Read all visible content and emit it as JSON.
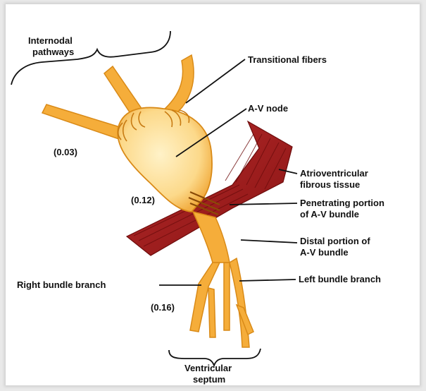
{
  "labels": {
    "internodal_line1": "Internodal",
    "internodal_line2": "pathways",
    "transitional_fibers": "Transitional fibers",
    "av_node": "A-V node",
    "atrioventricular_line1": "Atrioventricular",
    "atrioventricular_line2": "fibrous tissue",
    "penetrating_line1": "Penetrating portion",
    "penetrating_line2": "of A-V bundle",
    "distal_line1": "Distal portion of",
    "distal_line2": "A-V bundle",
    "right_bundle": "Right bundle branch",
    "left_bundle": "Left bundle branch",
    "ventricular_line1": "Ventricular",
    "ventricular_line2": "septum"
  },
  "values": {
    "internodal": "(0.03)",
    "av_node": "(0.12)",
    "bundle_branch": "(0.16)"
  },
  "colors": {
    "conduction_outline": "#d98a17",
    "conduction_fill": "#f5ad3a",
    "node_fill": "#fde3a0",
    "fibrous_tissue": "#9e1c1c",
    "fibrous_stripe": "#6d0c0c",
    "text": "#111111"
  }
}
